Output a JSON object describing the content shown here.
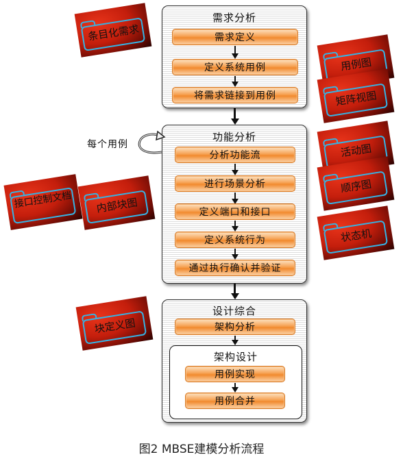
{
  "phases": [
    {
      "title": "需求分析",
      "steps": [
        "需求定义",
        "定义系统用例",
        "将需求链接到用例"
      ]
    },
    {
      "title": "功能分析",
      "steps": [
        "分析功能流",
        "进行场景分析",
        "定义端口和接口",
        "定义系统行为",
        "通过执行确认并验证"
      ]
    },
    {
      "title": "设计综合",
      "steps": [
        "架构分析"
      ],
      "inner": {
        "title": "架构设计",
        "steps": [
          "用例实现",
          "用例合并"
        ]
      }
    }
  ],
  "loop_label": "每个用例",
  "artifacts": [
    "条目化需求",
    "用例图",
    "矩阵视图",
    "活动图",
    "顺序图",
    "状态机",
    "接口控制文档",
    "内部块图",
    "块定义图"
  ],
  "caption": "图2 MBSE建模分析流程"
}
